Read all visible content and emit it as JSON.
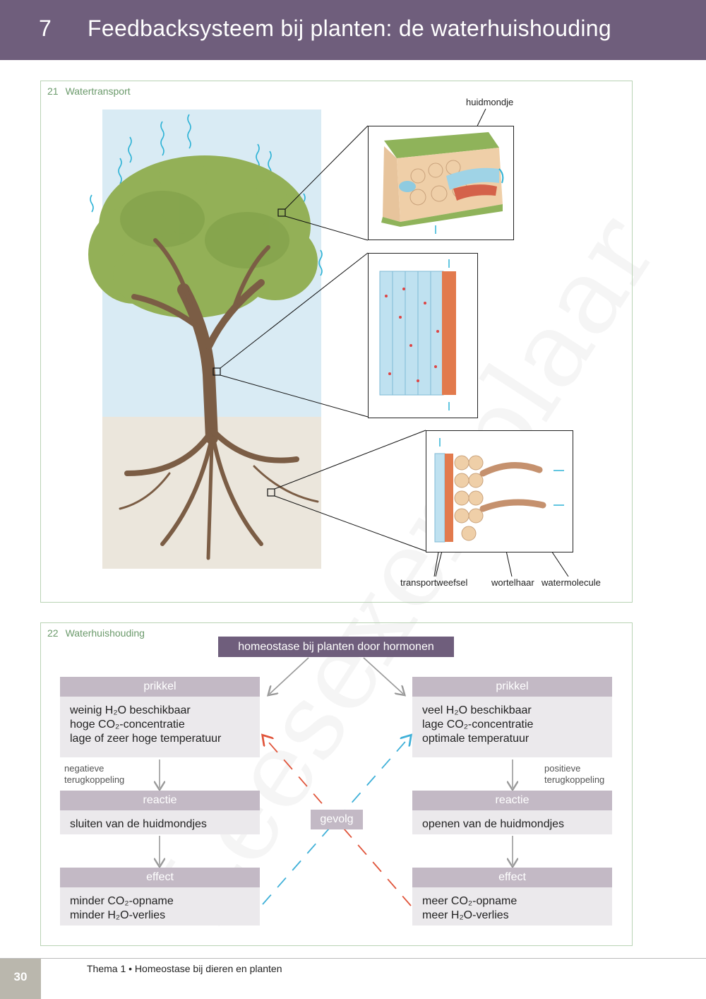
{
  "header": {
    "chapter_number": "7",
    "chapter_title": "Feedbacksysteem bij planten: de waterhuishouding"
  },
  "figure21": {
    "number": "21",
    "title": "Watertransport",
    "labels": {
      "stoma": "huidmondje",
      "transport_tissue": "transportweefsel",
      "root_hair": "wortelhaar",
      "water_molecule": "watermolecule"
    }
  },
  "figure22": {
    "number": "22",
    "title": "Waterhuishouding",
    "header": "homeostase bij planten door hormonen",
    "result_label": "gevolg",
    "left": {
      "stimulus_title": "prikkel",
      "stimulus": [
        "weinig H₂O beschikbaar",
        "hoge CO₂-concentratie",
        "lage of zeer hoge temperatuur"
      ],
      "feedback": [
        "negatieve",
        "terugkoppeling"
      ],
      "response_title": "reactie",
      "response": "sluiten van de huidmondjes",
      "effect_title": "effect",
      "effect": [
        "minder CO₂-opname",
        "minder H₂O-verlies"
      ]
    },
    "right": {
      "stimulus_title": "prikkel",
      "stimulus": [
        "veel H₂O beschikbaar",
        "lage CO₂-concentratie",
        "optimale temperatuur"
      ],
      "feedback": [
        "positieve",
        "terugkoppeling"
      ],
      "response_title": "reactie",
      "response": "openen van de huidmondjes",
      "effect_title": "effect",
      "effect": [
        "meer CO₂-opname",
        "meer H₂O-verlies"
      ]
    }
  },
  "watermark": "Leesexemplaar",
  "footer": {
    "page_number": "30",
    "text": "Thema 1 • Homeostase bij dieren en planten"
  },
  "colors": {
    "header_bg": "#6f5e7c",
    "box_head": "#c3b9c5",
    "box_body": "#ebe9ec",
    "arrow_red": "#e0543a",
    "arrow_blue": "#3fb0d8"
  }
}
